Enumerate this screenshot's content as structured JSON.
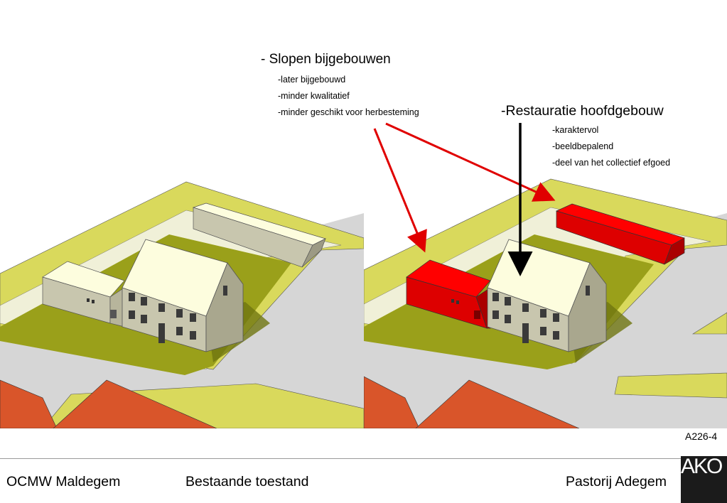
{
  "annotations": {
    "demolish": {
      "title": "- Slopen bijgebouwen",
      "points": [
        "-later bijgebouwd",
        "-minder kwalitatief",
        "-minder geschikt voor herbesteming"
      ]
    },
    "restore": {
      "title": "-Restauratie hoofdgebouw",
      "points": [
        "-karaktervol",
        "-beeldbepalend",
        "-deel van het collectief efgoed"
      ]
    }
  },
  "sheet_code": "A226-4",
  "footer": {
    "client": "OCMW Maldegem",
    "subject": "Bestaande toestand",
    "project": "Pastorij Adegem",
    "logo": "AKO"
  },
  "colors": {
    "road": "#d6d6d6",
    "plot": "#d9d95c",
    "lawn": "#9aa01a",
    "path": "#f0f0d8",
    "wall": "#c8c6ae",
    "roof": "#fdfdde",
    "demolish": "#e00000",
    "neighbour_roof": "#d9552a"
  }
}
